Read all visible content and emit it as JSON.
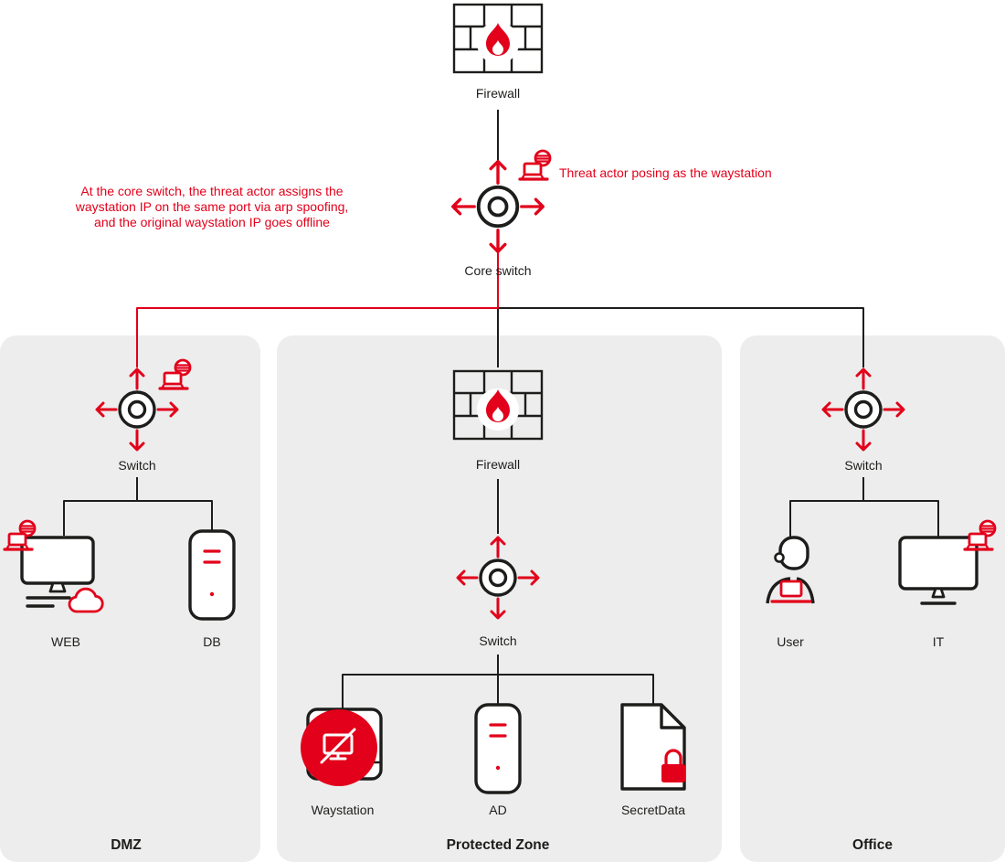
{
  "colors": {
    "red": "#e2001a",
    "ink": "#1d1d1b",
    "zone": "#ededed",
    "bg": "#ffffff"
  },
  "core": {
    "firewall_label": "Firewall",
    "switch_label": "Core switch",
    "threat_note": "Threat actor posing as the waystation",
    "annotation": {
      "lines": [
        "At the core switch, the threat actor assigns the",
        "waystation IP on the same port via arp spoofing,",
        "and the original waystation IP goes offline"
      ]
    }
  },
  "zones": {
    "dmz": {
      "title": "DMZ",
      "switch": "Switch",
      "web": "WEB",
      "db": "DB"
    },
    "protected": {
      "title": "Protected Zone",
      "firewall": "Firewall",
      "switch": "Switch",
      "waystation": "Waystation",
      "ad": "AD",
      "secret": "SecretData"
    },
    "office": {
      "title": "Office",
      "switch": "Switch",
      "user": "User",
      "it": "IT"
    }
  },
  "icons": {
    "firewall": "brick-wall-flame-icon",
    "switch": "switch-crossed-arrows-icon",
    "threat_actor": "masked-threat-actor-laptop-icon",
    "web": "monitor-with-cloud-icon",
    "db": "server-tower-icon",
    "waystation": "disconnected-workstation-icon",
    "ad": "server-tower-icon",
    "secret": "document-with-lock-icon",
    "user": "person-at-laptop-icon",
    "it": "monitor-icon"
  }
}
